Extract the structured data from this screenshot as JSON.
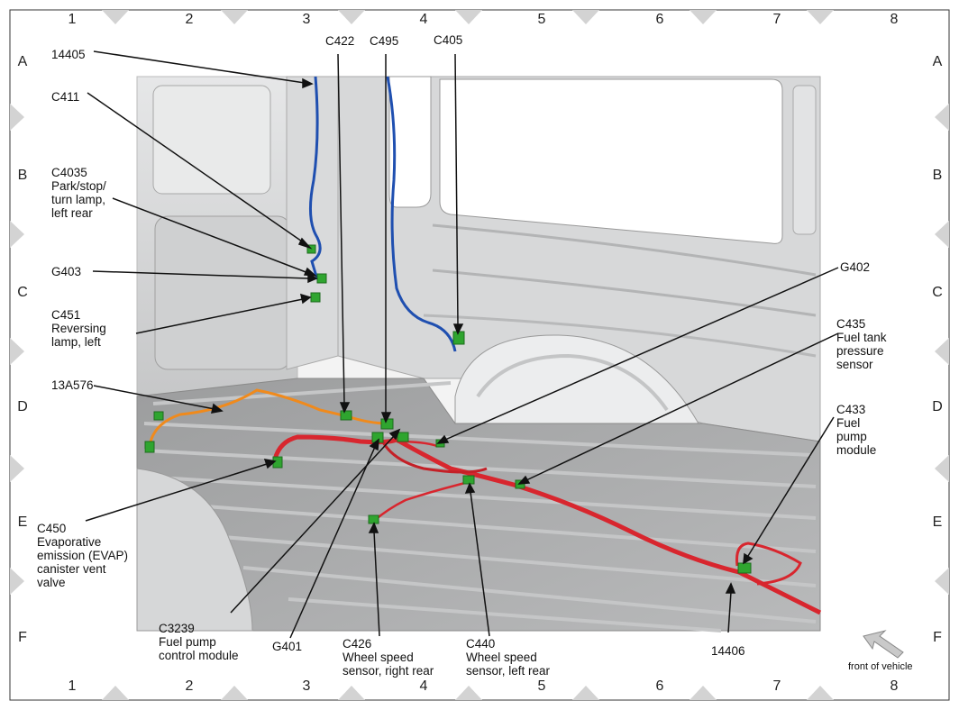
{
  "grid": {
    "columns": [
      "1",
      "2",
      "3",
      "4",
      "5",
      "6",
      "7",
      "8"
    ],
    "rows": [
      "A",
      "B",
      "C",
      "D",
      "E",
      "F"
    ]
  },
  "labels": {
    "l14405": [
      "14405"
    ],
    "c411": [
      "C411"
    ],
    "c4035": [
      "C4035",
      "Park/stop/",
      "turn lamp,",
      "left rear"
    ],
    "g403": [
      "G403"
    ],
    "c451": [
      "C451",
      "Reversing",
      "lamp, left"
    ],
    "a13a576": [
      "13A576"
    ],
    "c450": [
      "C450",
      "Evaporative",
      "emission (EVAP)",
      "canister vent",
      "valve"
    ],
    "c3239": [
      "C3239",
      "Fuel pump",
      "control module"
    ],
    "g401": [
      "G401"
    ],
    "c426": [
      "C426",
      "Wheel speed",
      "sensor, right rear"
    ],
    "c440": [
      "C440",
      "Wheel speed",
      "sensor, left rear"
    ],
    "l14406": [
      "14406"
    ],
    "c422": [
      "C422"
    ],
    "c495": [
      "C495"
    ],
    "c405": [
      "C405"
    ],
    "g402": [
      "G402"
    ],
    "c435": [
      "C435",
      "Fuel tank",
      "pressure",
      "sensor"
    ],
    "c433": [
      "C433",
      "Fuel",
      "pump",
      "module"
    ]
  },
  "footer": {
    "front_of_vehicle": "front of vehicle"
  },
  "colors": {
    "harness_blue": "#1f4fb0",
    "harness_red": "#d8262e",
    "harness_orange": "#f08a1c",
    "connector_green": "#2fa52f",
    "body_gray": "#a9aaab"
  }
}
